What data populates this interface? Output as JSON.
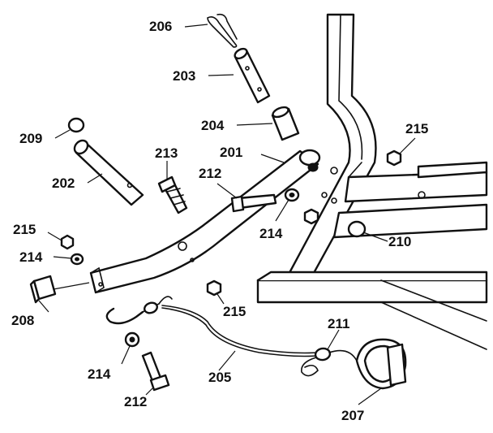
{
  "callouts": [
    {
      "id": "206",
      "text": "206"
    },
    {
      "id": "203",
      "text": "203"
    },
    {
      "id": "204",
      "text": "204"
    },
    {
      "id": "209",
      "text": "209"
    },
    {
      "id": "213",
      "text": "213"
    },
    {
      "id": "201",
      "text": "201"
    },
    {
      "id": "215a",
      "text": "215"
    },
    {
      "id": "202",
      "text": "202"
    },
    {
      "id": "212a",
      "text": "212"
    },
    {
      "id": "214a",
      "text": "214"
    },
    {
      "id": "210",
      "text": "210"
    },
    {
      "id": "215b",
      "text": "215"
    },
    {
      "id": "214b",
      "text": "214"
    },
    {
      "id": "208",
      "text": "208"
    },
    {
      "id": "215c",
      "text": "215"
    },
    {
      "id": "211",
      "text": "211"
    },
    {
      "id": "214c",
      "text": "214"
    },
    {
      "id": "205",
      "text": "205"
    },
    {
      "id": "212b",
      "text": "212"
    },
    {
      "id": "207",
      "text": "207"
    }
  ]
}
